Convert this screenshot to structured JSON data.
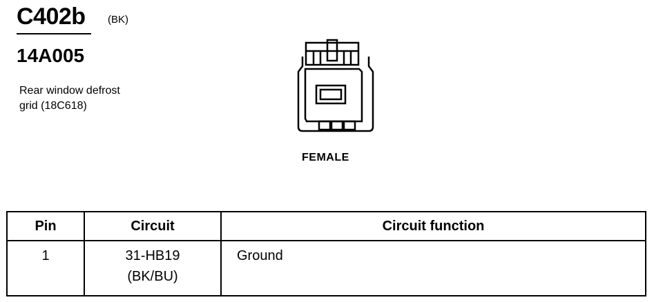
{
  "connector": {
    "id": "C402b",
    "color_code": "(BK)",
    "part_number": "14A005",
    "description_line1": "Rear window defrost",
    "description_line2": "grid (18C618)",
    "gender": "FEMALE"
  },
  "table": {
    "headers": [
      "Pin",
      "Circuit",
      "Circuit function"
    ],
    "rows": [
      {
        "pin": "1",
        "circuit": "31-HB19",
        "circuit_color": "(BK/BU)",
        "function": "Ground"
      }
    ]
  }
}
